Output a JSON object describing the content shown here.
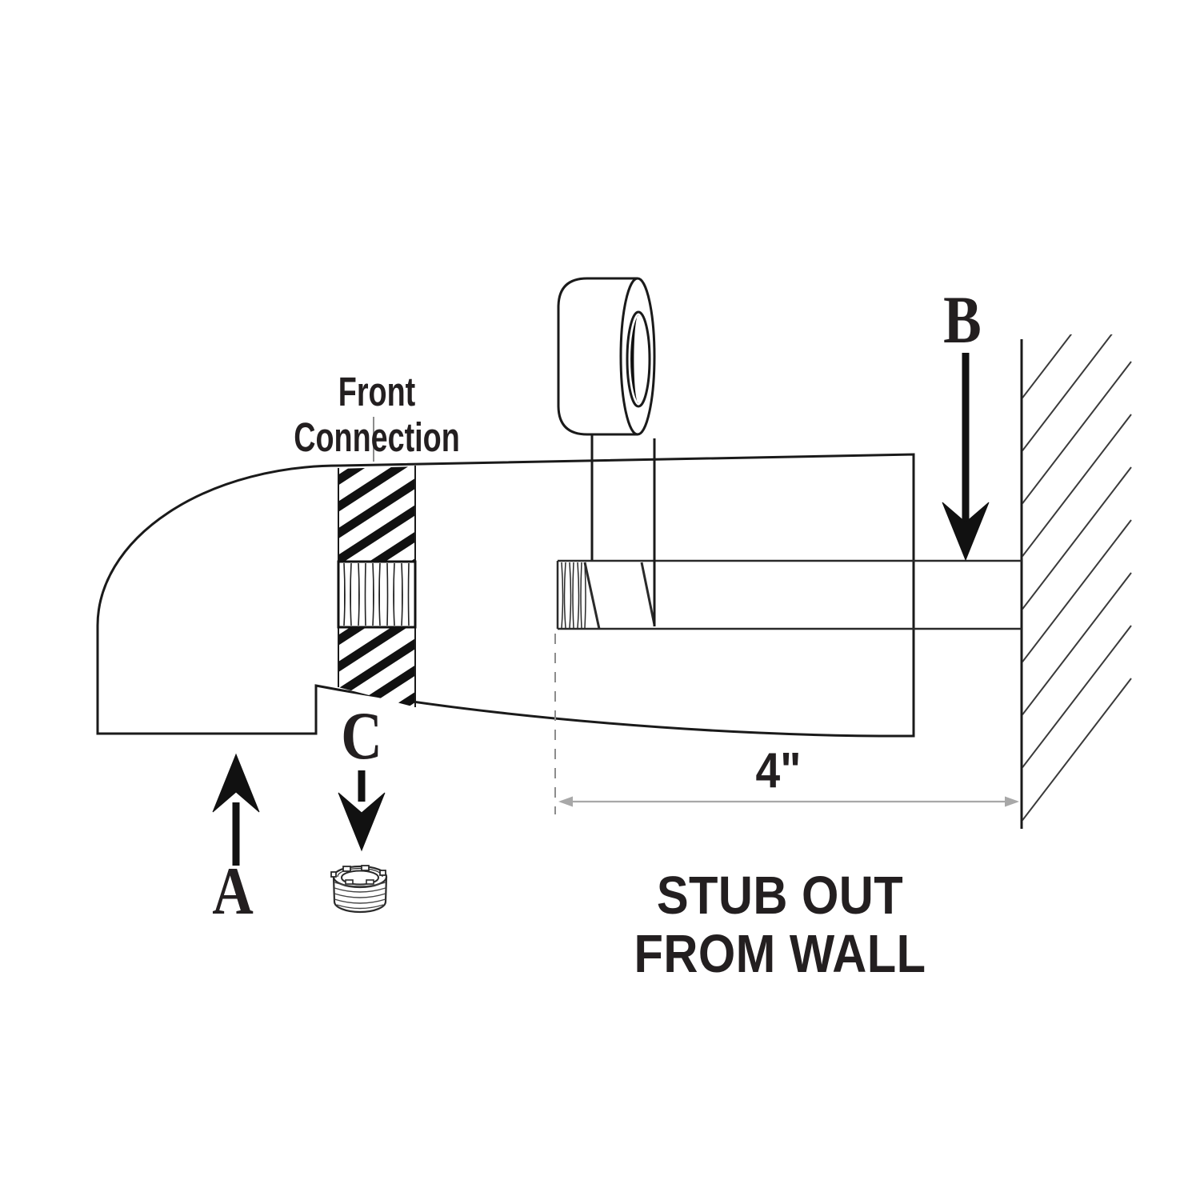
{
  "labels": {
    "front_connection_line1": "Front",
    "front_connection_line2": "Connection",
    "part_a": "A",
    "part_b": "B",
    "part_c": "C",
    "dimension_value": "4\"",
    "stub_out_line1": "STUB OUT",
    "stub_out_line2": "FROM WALL"
  },
  "icons": {
    "arrow_a": "arrow-up",
    "arrow_b": "arrow-down",
    "arrow_c": "arrow-down",
    "tape_roll": "thread-seal-tape-roll",
    "adapter_ring": "threaded-adapter-ring"
  },
  "colors": {
    "background": "#ffffff",
    "outline": "#1a1a1a",
    "hatch": "#111111",
    "text": "#231f20",
    "dimension_line": "#a8a8a8",
    "leader_line": "#8c8c8c"
  }
}
